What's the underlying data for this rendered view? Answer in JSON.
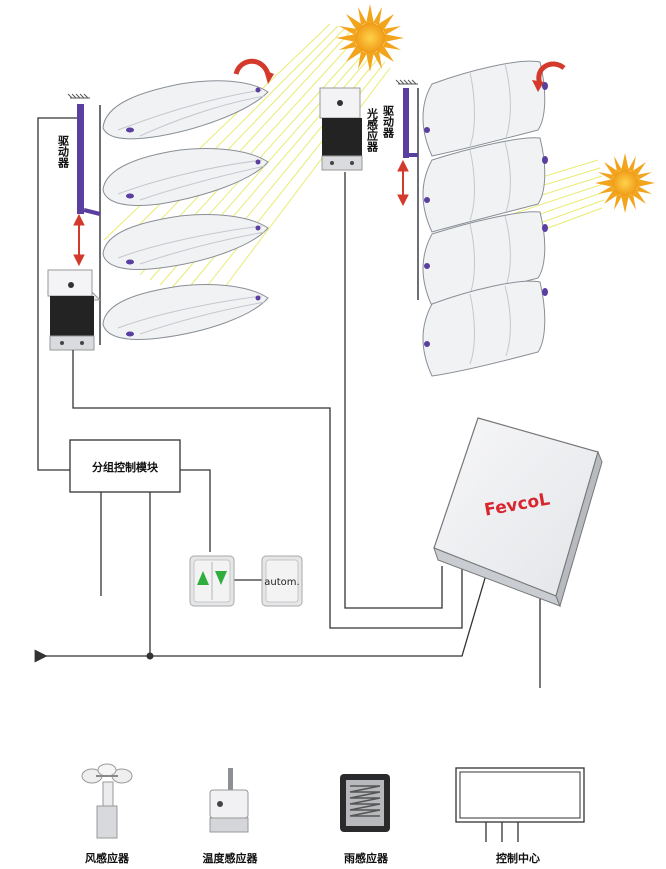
{
  "diagram": {
    "actuator_left_label": "驱动器",
    "light_sensor_label": "光感应器",
    "actuator_right_label": "驱动器",
    "group_control_module": "分组控制模块",
    "switch_auto_label": "autom.",
    "brand": "FevcoL",
    "sensors": [
      {
        "label": "风感应器",
        "icon": "wind-sensor-icon"
      },
      {
        "label": "温度感应器",
        "icon": "temperature-sensor-icon"
      },
      {
        "label": "雨感应器",
        "icon": "rain-sensor-icon"
      },
      {
        "label": "控制中心",
        "icon": "control-center-icon"
      }
    ],
    "colors": {
      "actuator": "#5a3fa0",
      "arrow_red": "#d33a2c",
      "sun_orange": "#f2a51c",
      "ray_yellow": "#e6e85a",
      "switch_green": "#2fae3e",
      "brand_red": "#d8262e"
    }
  }
}
